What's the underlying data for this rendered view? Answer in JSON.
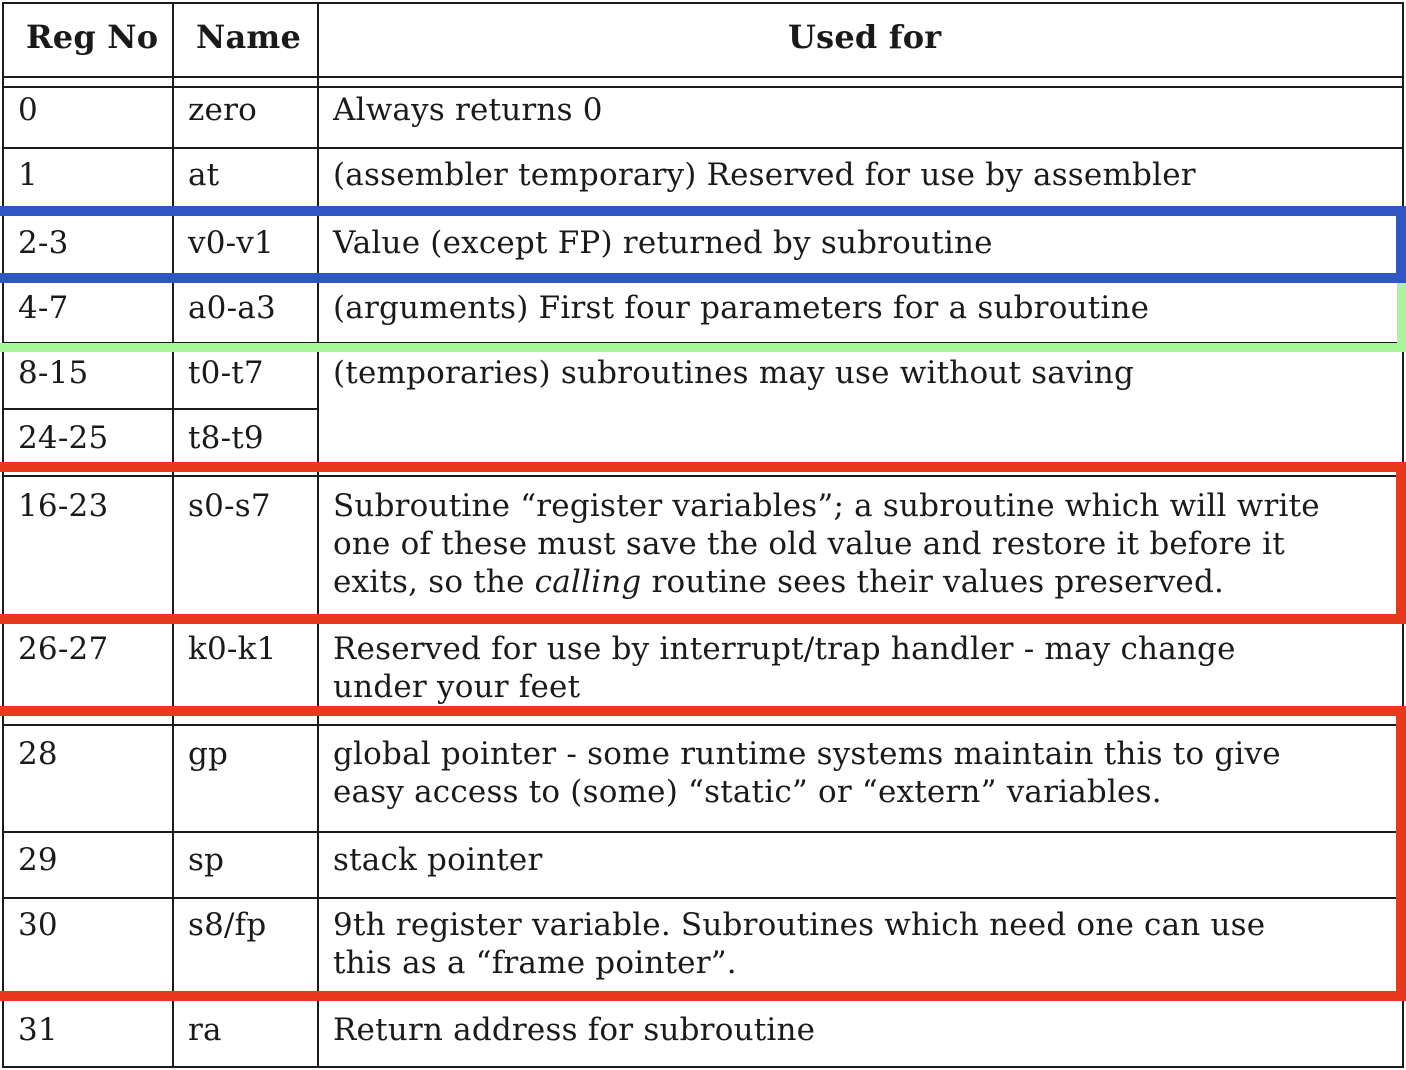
{
  "table": {
    "headers": [
      "Reg No",
      "Name",
      "Used for"
    ],
    "rows": [
      {
        "reg": "0",
        "name": "zero",
        "use": "Always returns 0"
      },
      {
        "reg": "1",
        "name": "at",
        "use": "(assembler temporary) Reserved for use by assembler"
      },
      {
        "reg": "2-3",
        "name": "v0-v1",
        "use": "Value (except FP) returned by subroutine"
      },
      {
        "reg": "4-7",
        "name": "a0-a3",
        "use": "(arguments) First four parameters for a subroutine"
      },
      {
        "reg": "8-15",
        "name": "t0-t7",
        "use": "(temporaries) subroutines may use without saving"
      },
      {
        "reg": "24-25",
        "name": "t8-t9",
        "use": ""
      },
      {
        "reg": "16-23",
        "name": "s0-s7",
        "use_lines": [
          "Subroutine “register variables”; a subroutine which will write",
          "one of these must save the old value and restore it before it"
        ],
        "use_line3_before": "exits, so the ",
        "use_line3_italic": "calling",
        "use_line3_after": " routine sees their values preserved."
      },
      {
        "reg": "26-27",
        "name": "k0-k1",
        "use_lines": [
          "Reserved for use by interrupt/trap handler - may change",
          "under your feet"
        ]
      },
      {
        "reg": "28",
        "name": "gp",
        "use_lines": [
          "global pointer - some runtime systems maintain this to give",
          "easy access to (some) “static” or “extern” variables."
        ]
      },
      {
        "reg": "29",
        "name": "sp",
        "use": "stack pointer"
      },
      {
        "reg": "30",
        "name": "s8/fp",
        "use_lines": [
          "9th register variable. Subroutines which need one can use",
          "this as a “frame pointer”."
        ]
      },
      {
        "reg": "31",
        "name": "ra",
        "use": "Return address for subroutine"
      }
    ]
  },
  "highlight_colors": {
    "blue": "#2f57c4",
    "green": "#a8f59a",
    "red": "#e8391c"
  }
}
